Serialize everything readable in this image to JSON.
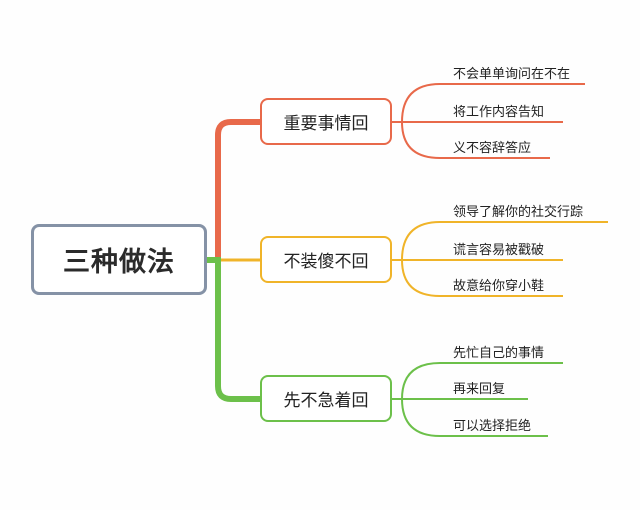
{
  "root": {
    "label": "三种做法"
  },
  "branches": [
    {
      "label": "重要事情回",
      "color": "#e8694a",
      "leaves": [
        "不会单单询问在不在",
        "将工作内容告知",
        "义不容辞答应"
      ]
    },
    {
      "label": "不装傻不回",
      "color": "#f0b429",
      "leaves": [
        "领导了解你的社交行踪",
        "谎言容易被戳破",
        "故意给你穿小鞋"
      ]
    },
    {
      "label": "先不急着回",
      "color": "#6cc04a",
      "leaves": [
        "先忙自己的事情",
        "再来回复",
        "可以选择拒绝"
      ]
    }
  ]
}
